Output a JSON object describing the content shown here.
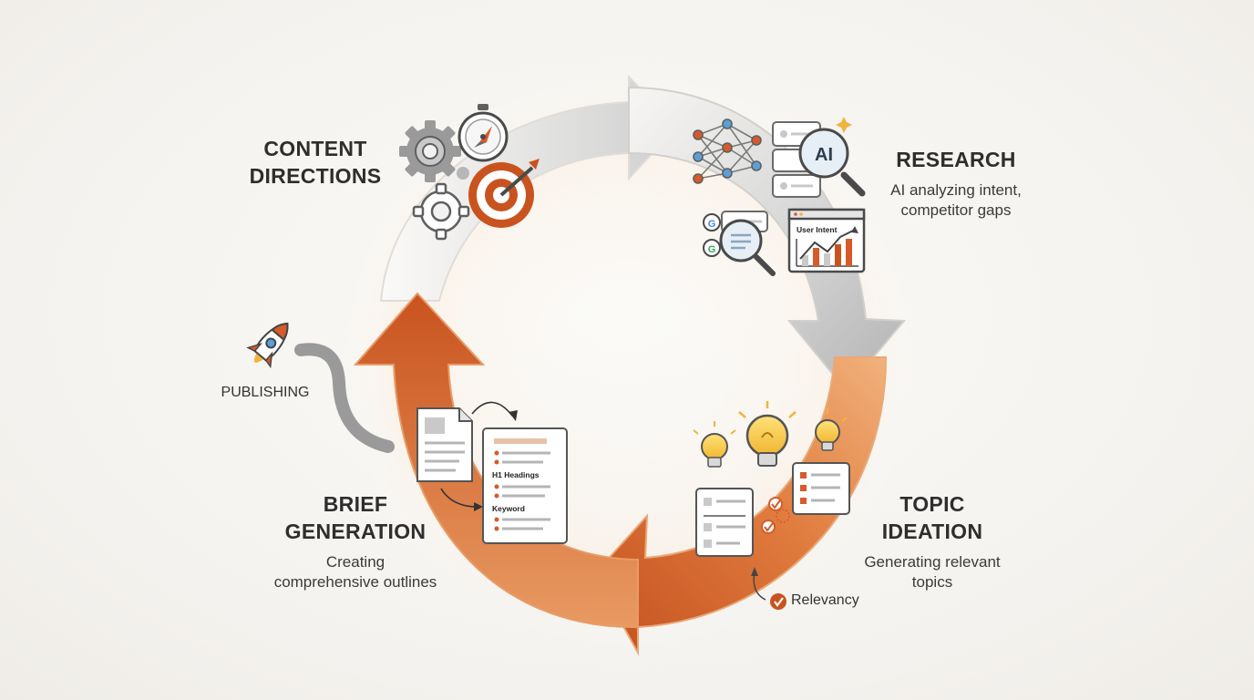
{
  "colors": {
    "background": "#f4f2ee",
    "gray_arrow": "#c9c9c9",
    "orange_arrow": "#d9652e",
    "accent_orange": "#d65a2a",
    "bulb_yellow": "#f5c542",
    "text_dark": "#2e2e2e"
  },
  "stages": {
    "content_directions": {
      "title_line1": "CONTENT",
      "title_line2": "DIRECTIONS",
      "icons": [
        "gear-icon",
        "gear-icon",
        "stopwatch-icon",
        "target-icon"
      ]
    },
    "research": {
      "title": "RESEARCH",
      "desc_line1": "AI analyzing intent,",
      "desc_line2": "competitor gaps",
      "ai_badge": "AI",
      "chart_label": "User Intent",
      "icons": [
        "neural-network-icon",
        "ai-magnifier-icon",
        "search-results-icon",
        "user-intent-chart-icon"
      ]
    },
    "topic_ideation": {
      "title_line1": "TOPIC",
      "title_line2": "IDEATION",
      "desc_line1": "Generating relevant",
      "desc_line2": "topics",
      "relevancy": "Relevancy",
      "icons": [
        "lightbulb-icon",
        "lightbulb-icon",
        "lightbulb-icon",
        "topic-card-icon",
        "checklist-icon"
      ]
    },
    "brief_generation": {
      "title_line1": "BRIEF",
      "title_line2": "GENERATION",
      "desc_line1": "Creating",
      "desc_line2": "comprehensive outlines",
      "doc_headings": "H1 Headings",
      "doc_keyword": "Keyword",
      "icons": [
        "document-icon",
        "brief-outline-icon"
      ]
    },
    "publishing": {
      "label": "PUBLISHING",
      "icons": [
        "rocket-icon"
      ]
    }
  }
}
